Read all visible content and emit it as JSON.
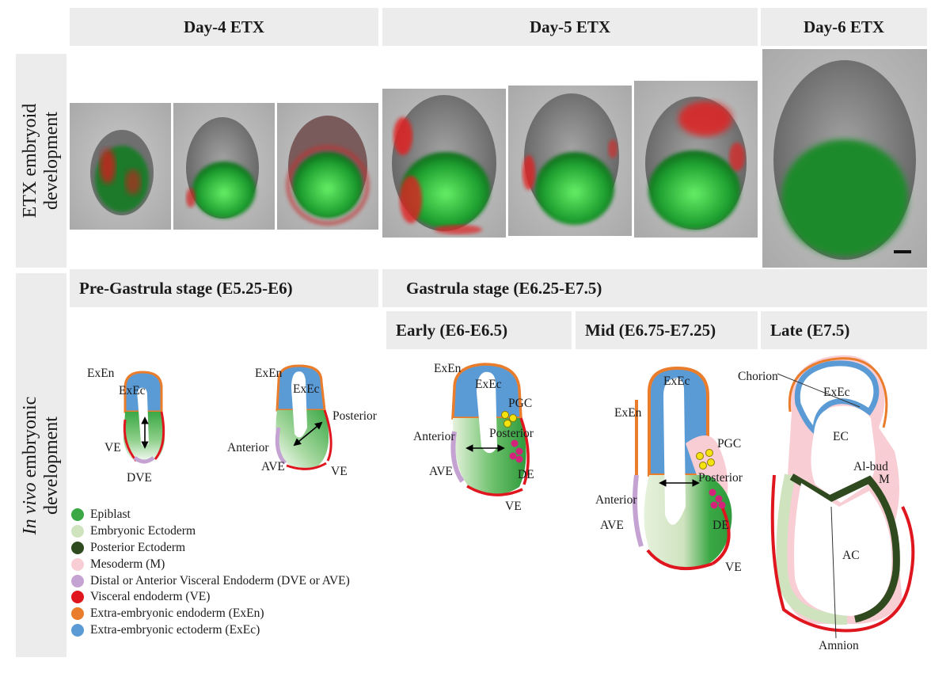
{
  "side_labels": {
    "top": "ETX embryoid development",
    "bottom_italic": "In vivo",
    "bottom_rest": " embryonic development"
  },
  "headers": {
    "day4": "Day-4 ETX",
    "day5": "Day-5 ETX",
    "day6": "Day-6 ETX",
    "pre_gastrula": "Pre-Gastrula stage (E5.25-E6)",
    "gastrula": "Gastrula stage (E6.25-E7.5)",
    "early": "Early (E6-E6.5)",
    "mid": "Mid (E6.75-E7.25)",
    "late": "Late (E7.5)"
  },
  "labels": {
    "d1": {
      "exen": "ExEn",
      "exec": "ExEc",
      "ve": "VE",
      "dve": "DVE"
    },
    "d2": {
      "exen": "ExEn",
      "exec": "ExEc",
      "posterior": "Posterior",
      "anterior": "Anterior",
      "ave": "AVE",
      "ve": "VE"
    },
    "d3": {
      "exen": "ExEn",
      "exec": "ExEc",
      "pgc": "PGC",
      "anterior": "Anterior",
      "posterior": "Posterior",
      "ave": "AVE",
      "de": "DE",
      "ve": "VE"
    },
    "d4": {
      "exec": "ExEc",
      "exen": "ExEn",
      "pgc": "PGC",
      "posterior": "Posterior",
      "anterior": "Anterior",
      "ave": "AVE",
      "de": "DE",
      "ve": "VE"
    },
    "d5": {
      "chorion": "Chorion",
      "exec": "ExEc",
      "ec": "EC",
      "albud": "Al-bud",
      "m": "M",
      "ac": "AC",
      "amnion": "Amnion"
    }
  },
  "legend": [
    {
      "label": "Epiblast",
      "color": "#3aa845"
    },
    {
      "label": "Embryonic Ectoderm",
      "color": "#cfe3bf"
    },
    {
      "label": "Posterior Ectoderm",
      "color": "#2f4a1f"
    },
    {
      "label": "Mesoderm (M)",
      "color": "#f8cdd4"
    },
    {
      "label": "Distal or Anterior Visceral Endoderm (DVE or AVE)",
      "color": "#c4a3d3"
    },
    {
      "label": "Visceral endoderm (VE)",
      "color": "#e0161f"
    },
    {
      "label": "Extra-embryonic endoderm (ExEn)",
      "color": "#ea7d2b"
    },
    {
      "label": "Extra-embryonic ectoderm (ExEc)",
      "color": "#5b9bd5"
    }
  ],
  "colors": {
    "epiblast": "#3aa845",
    "embryonic_ectoderm": "#cfe3bf",
    "posterior_ectoderm": "#2f4a1f",
    "mesoderm": "#f8cdd4",
    "ave": "#c4a3d3",
    "ve": "#e0161f",
    "exen": "#ea7d2b",
    "exec": "#5b9bd5",
    "pgc": "#f5e30f",
    "de": "#d4237a",
    "band": "#ececec"
  }
}
